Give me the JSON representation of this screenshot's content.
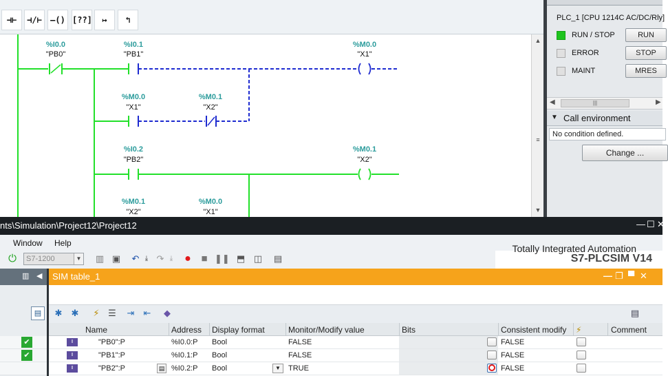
{
  "lad": {
    "toolbar_icons": [
      "normally-open-contact",
      "normally-closed-contact",
      "output-coil",
      "empty-box",
      "open-branch",
      "close-branch"
    ],
    "toolbar_glyphs": [
      "⊣⊢",
      "⊣/⊢",
      "–()",
      "[??]",
      "↦",
      "↰"
    ],
    "tags": [
      {
        "addr": "%I0.0",
        "sym": "\"PB0\""
      },
      {
        "addr": "%I0.1",
        "sym": "\"PB1\""
      },
      {
        "addr": "%M0.0",
        "sym": "\"X1\""
      },
      {
        "addr": "%M0.0",
        "sym": "\"X1\""
      },
      {
        "addr": "%M0.1",
        "sym": "\"X2\""
      },
      {
        "addr": "%I0.2",
        "sym": "\"PB2\""
      },
      {
        "addr": "%M0.1",
        "sym": "\"X2\""
      },
      {
        "addr": "%M0.1",
        "sym": "\"X2\""
      },
      {
        "addr": "%M0.0",
        "sym": "\"X1\""
      }
    ],
    "colors": {
      "energized": "#22e02a",
      "dashed": "#1e2bd0",
      "tag_address": "#2c9c9c"
    }
  },
  "cpu_panel": {
    "plc_name": "PLC_1 [CPU 1214C AC/DC/Rly]",
    "leds": [
      {
        "label": "RUN / STOP",
        "color": "#1ec41e",
        "button": "RUN"
      },
      {
        "label": "ERROR",
        "color": "#e0e0e0",
        "button": "STOP"
      },
      {
        "label": "MAINT",
        "color": "#e0e0e0",
        "button": "MRES"
      }
    ],
    "call_env_title": "Call environment",
    "call_env_text": "No condition defined.",
    "change_button": "Change ..."
  },
  "sim": {
    "window_title": "nts\\Simulation\\Project12\\Project12",
    "menu": [
      "Window",
      "Help"
    ],
    "brand_line1": "Totally Integrated Automation",
    "brand_line2": "S7-PLCSIM V14",
    "cpu_select": "S7-1200",
    "table_title": "SIM table_1",
    "columns": [
      "Name",
      "Address",
      "Display format",
      "Monitor/Modify value",
      "Bits",
      "Consistent modify",
      "Comment"
    ],
    "rows": [
      {
        "name": "\"PB0\":P",
        "address": "%I0.0:P",
        "format": "Bool",
        "value": "FALSE",
        "bits_checked": false,
        "consistent": "FALSE"
      },
      {
        "name": "\"PB1\":P",
        "address": "%I0.1:P",
        "format": "Bool",
        "value": "FALSE",
        "bits_checked": false,
        "consistent": "FALSE"
      },
      {
        "name": "\"PB2\":P",
        "address": "%I0.2:P",
        "format": "Bool",
        "value": "TRUE",
        "bits_checked": true,
        "consistent": "FALSE"
      }
    ]
  }
}
